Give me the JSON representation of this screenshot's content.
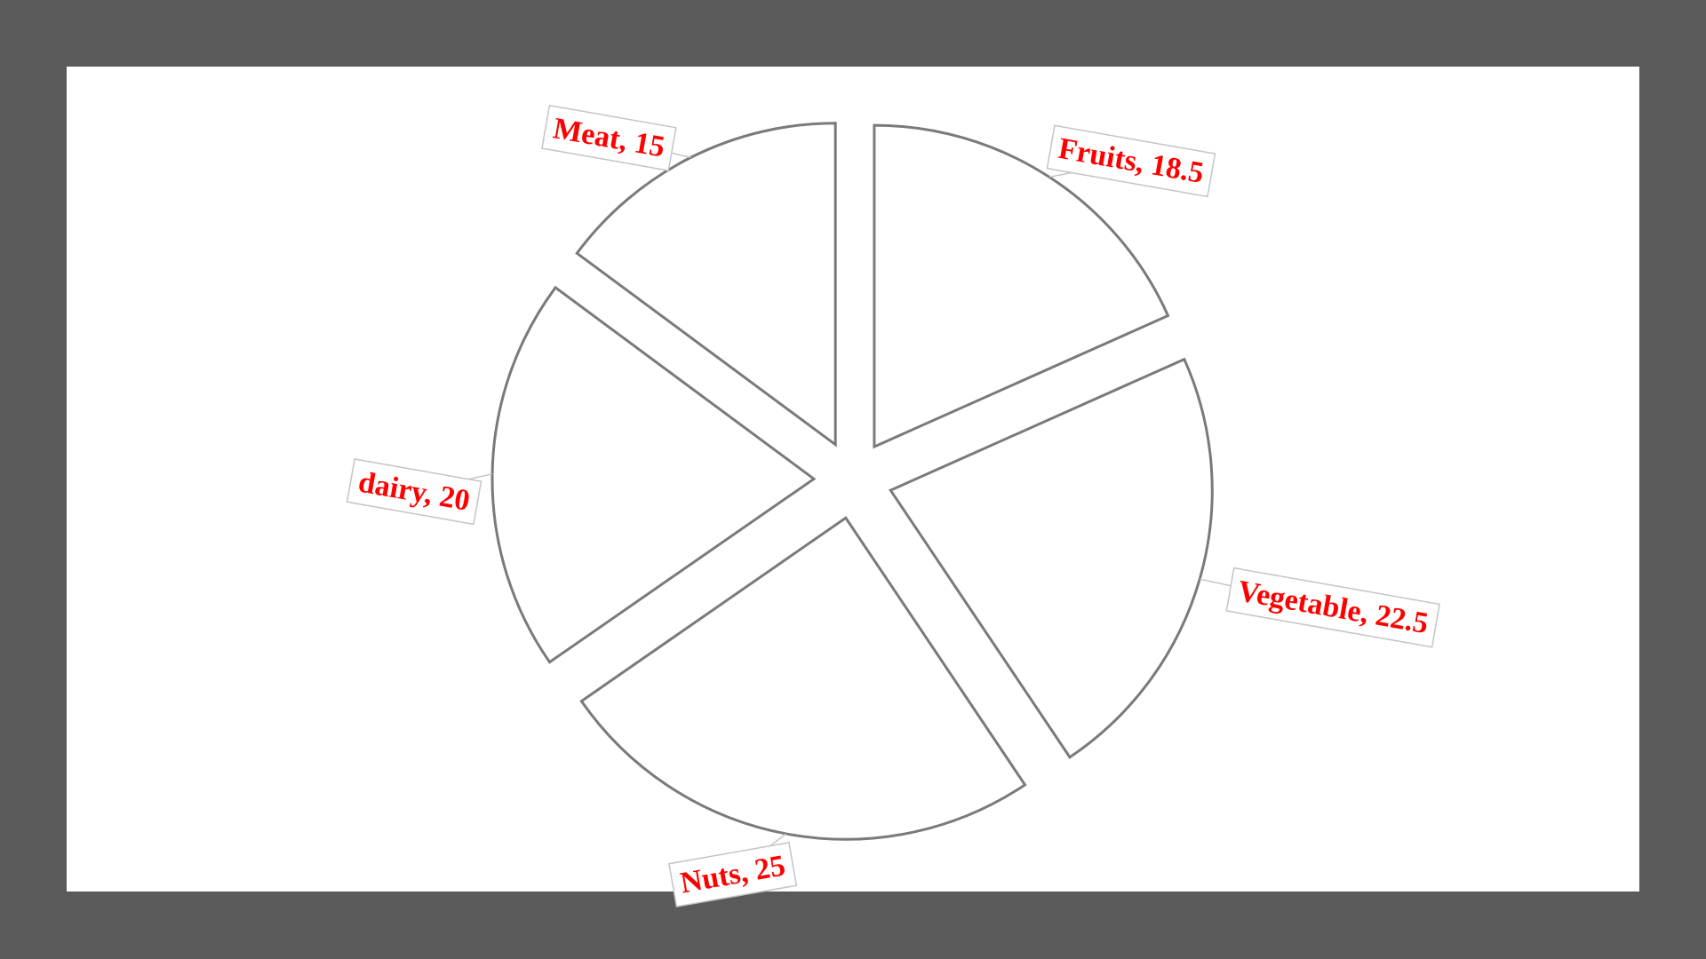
{
  "chart_data": {
    "type": "pie",
    "title": "",
    "label_color": "#ff0000",
    "slice_fill": "#ffffff",
    "slice_stroke": "#7a7a7a",
    "exploded": true,
    "slices": [
      {
        "category": "Fruits",
        "value": 18.5,
        "label": "Fruits, 18.5"
      },
      {
        "category": "Vegetable",
        "value": 22.5,
        "label": "Vegetable, 22.5"
      },
      {
        "category": "Nuts",
        "value": 25,
        "label": "Nuts, 25"
      },
      {
        "category": "dairy",
        "value": 20,
        "label": "dairy, 20"
      },
      {
        "category": "Meat",
        "value": 15,
        "label": "Meat, 15"
      }
    ]
  }
}
